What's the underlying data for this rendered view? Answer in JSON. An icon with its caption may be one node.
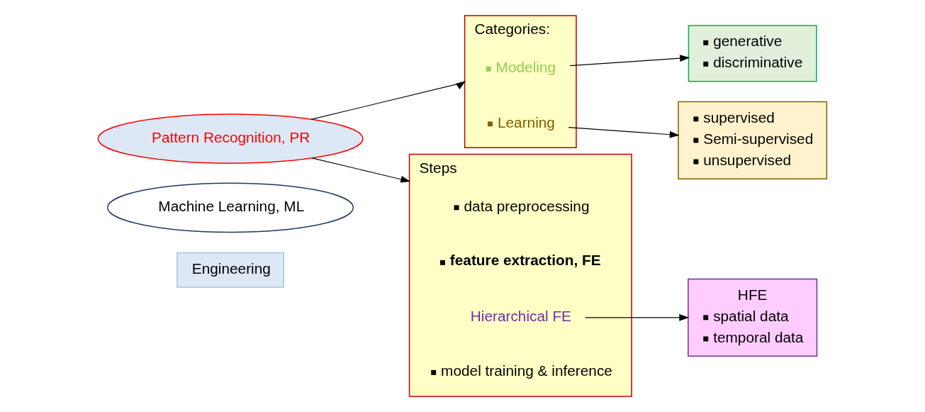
{
  "diagram": {
    "nodes": [
      {
        "text": [
          "Engineering"
        ]
      },
      {
        "text": [
          "Machine Learning, ML"
        ]
      },
      {
        "text": [
          "Pattern Recognition, PR"
        ]
      },
      {
        "text": [
          "Categories:"
        ]
      },
      {
        "text": [
          "Modeling"
        ],
        "in": 3
      },
      {
        "text": [
          "Learning"
        ],
        "in": 3
      },
      {
        "text": [
          "generative",
          "discriminative"
        ]
      },
      {
        "text": [
          "supervised",
          "Semi-supervised",
          "unsupervised"
        ]
      },
      {
        "text": [
          "Steps"
        ]
      },
      {
        "text": [
          "data preprocessing"
        ],
        "in": 8
      },
      {
        "text": [
          "feature extraction, FE"
        ],
        "in": 8
      },
      {
        "text": [
          "Hierarchical FE"
        ],
        "in": 8
      },
      {
        "text": [
          "model training & inference"
        ],
        "in": 8
      },
      {
        "text": [
          "HFE",
          "spatial data",
          "temporal data"
        ]
      }
    ],
    "edges": [
      {
        "from": 2,
        "to": 3,
        "arrow": "to"
      },
      {
        "from": 2,
        "to": 8,
        "arrow": "to"
      },
      {
        "from": 4,
        "to": 6,
        "arrow": "to"
      },
      {
        "from": 5,
        "to": 7,
        "arrow": "to"
      },
      {
        "from": 11,
        "to": 13,
        "arrow": "to"
      }
    ]
  }
}
